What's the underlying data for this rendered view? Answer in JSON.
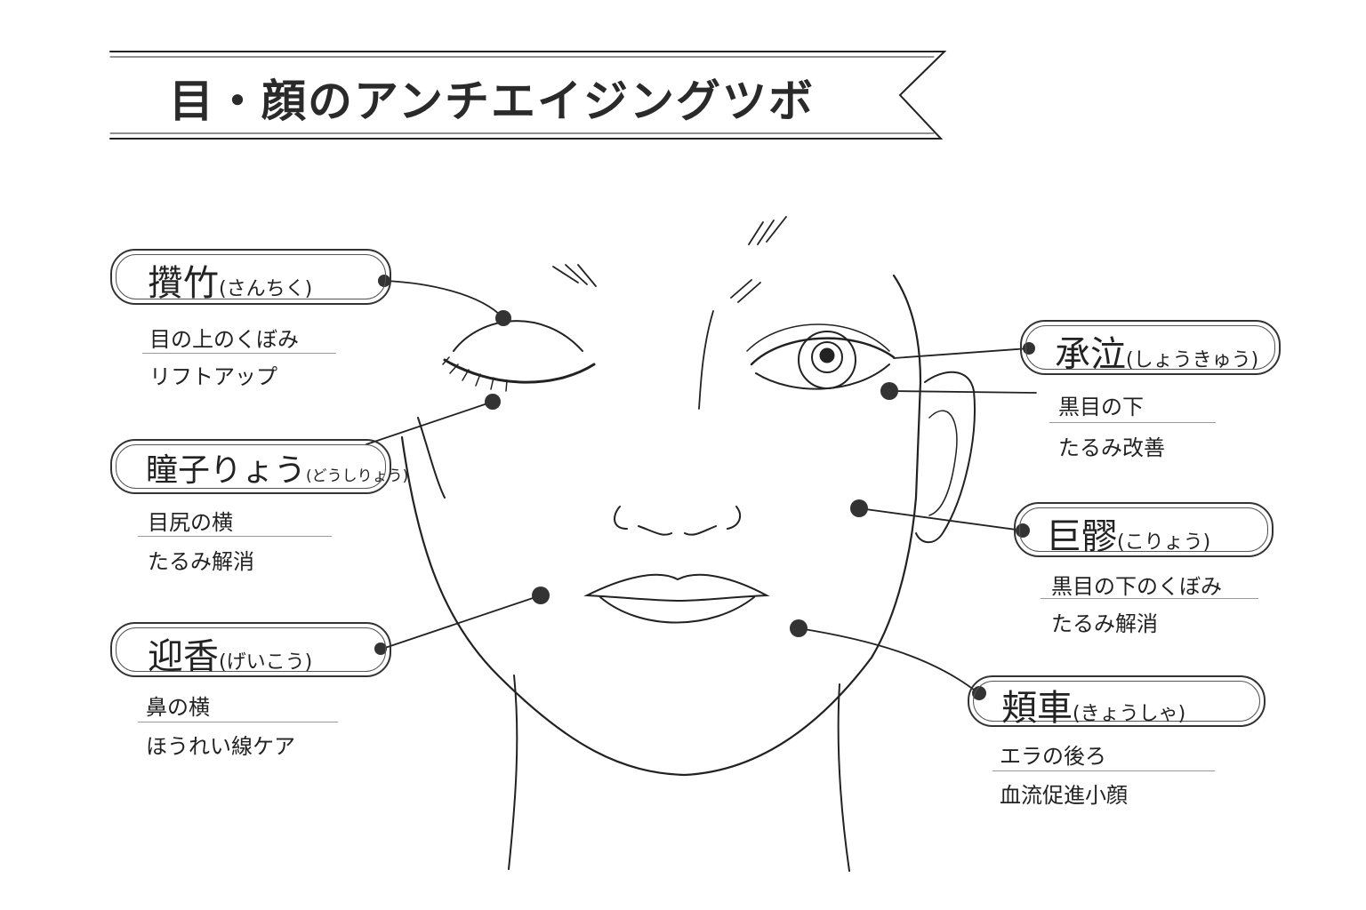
{
  "title": "目・顔のアンチエイジングツボ",
  "points": [
    {
      "name": "攢竹",
      "reading": "(さんちく)",
      "location": "目の上のくぼみ",
      "effect": "リフトアップ"
    },
    {
      "name": "瞳子りょう",
      "reading": "(どうしりょう)",
      "location": "目尻の横",
      "effect": "たるみ解消"
    },
    {
      "name": "迎香",
      "reading": "(げいこう)",
      "location": "鼻の横",
      "effect": "ほうれい線ケア"
    },
    {
      "name": "承泣",
      "reading": "(しょうきゅう)",
      "location": "黒目の下",
      "effect": "たるみ改善"
    },
    {
      "name": "巨髎",
      "reading": "(こりょう)",
      "location": "黒目の下のくぼみ",
      "effect": "たるみ解消"
    },
    {
      "name": "頬車",
      "reading": "(きょうしゃ)",
      "location": "エラの後ろ",
      "effect": "血流促進小顔"
    }
  ]
}
